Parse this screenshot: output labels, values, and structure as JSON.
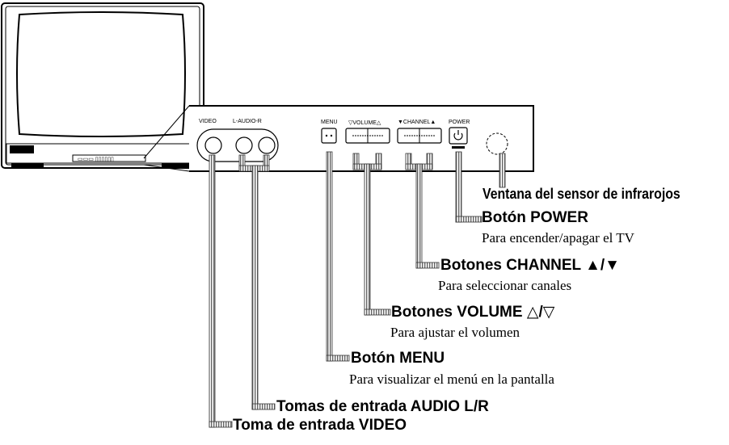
{
  "panel": {
    "video_jack_label": "VIDEO",
    "audio_jack_label": "L-AUDIO-R",
    "menu_label": "MENU",
    "volume_label": "▽VOLUME△",
    "channel_label": "▼CHANNEL▲",
    "power_label": "POWER"
  },
  "callouts": {
    "sensor": {
      "title": "Ventana del sensor de infrarojos"
    },
    "power": {
      "title": "Botón POWER",
      "desc": "Para encender/apagar el TV"
    },
    "channel": {
      "title": "Botones CHANNEL ▲/▼",
      "desc": "Para seleccionar canales"
    },
    "volume": {
      "title": "Botones VOLUME △/▽",
      "desc": "Para ajustar el volumen"
    },
    "menu": {
      "title": "Botón MENU",
      "desc": "Para visualizar el menú en la pantalla"
    },
    "audio": {
      "title": "Tomas de entrada AUDIO L/R"
    },
    "video": {
      "title": "Toma de entrada VIDEO"
    }
  }
}
